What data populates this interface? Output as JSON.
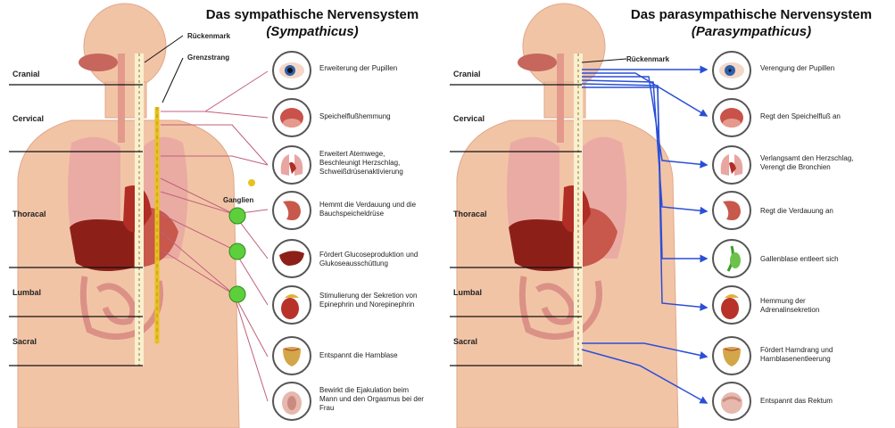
{
  "sympathetic": {
    "title": "Das sympathische Nervensystem",
    "subtitle": "(Sympathicus)",
    "label_spinal_cord": "Rückenmark",
    "label_chain": "Grenzstrang",
    "label_ganglia": "Ganglien",
    "regions": [
      "Cranial",
      "Cervical",
      "Thoracal",
      "Lumbal",
      "Sacral"
    ],
    "effects": [
      {
        "icon": "eye-icon",
        "text": "Erweiterung der Pupillen"
      },
      {
        "icon": "salivary-gland-icon",
        "text": "Speichelflußhemmung"
      },
      {
        "icon": "lungs-heart-icon",
        "text": "Erweitert Atemwege, Beschleunigt Herzschlag, Schweißdrüsenaktivierung"
      },
      {
        "icon": "stomach-icon",
        "text": "Hemmt die Verdauung und die Bauchspeicheldrüse"
      },
      {
        "icon": "liver-icon",
        "text": "Fördert Glucoseproduktion und Glukoseausschüttung"
      },
      {
        "icon": "kidney-adrenal-icon",
        "text": "Stimulierung der Sekretion von Epinephrin und Norepinephrin"
      },
      {
        "icon": "bladder-icon",
        "text": "Entspannt die Harnblase"
      },
      {
        "icon": "reproductive-icon",
        "text": "Bewirkt die Ejakulation beim Mann und den Orgasmus bei der Frau"
      }
    ]
  },
  "parasympathetic": {
    "title": "Das parasympathische Nervensystem",
    "subtitle": "(Parasympathicus)",
    "label_spinal_cord": "Rückenmark",
    "regions": [
      "Cranial",
      "Cervical",
      "Thoracal",
      "Lumbal",
      "Sacral"
    ],
    "effects": [
      {
        "icon": "eye-icon",
        "text": "Verengung der Pupillen"
      },
      {
        "icon": "salivary-gland-icon",
        "text": "Regt den Speichelfluß an"
      },
      {
        "icon": "lungs-heart-icon",
        "text": "Verlangsamt den Herzschlag, Verengt die Bronchien"
      },
      {
        "icon": "stomach-icon",
        "text": "Regt die Verdauung an"
      },
      {
        "icon": "gallbladder-icon",
        "text": "Gallenblase entleert sich"
      },
      {
        "icon": "kidney-adrenal-icon",
        "text": "Hemmung der Adrenalinsekretion"
      },
      {
        "icon": "bladder-icon",
        "text": "Fördert Harndrang und Harnblasenentleerung"
      },
      {
        "icon": "reproductive-icon",
        "text": "Entspannt das Rektum"
      }
    ]
  },
  "colors": {
    "body": "#f2c4a6",
    "organ_dark": "#9b2a22",
    "sympathetic_line": "#c0607a",
    "chain": "#e8c21c",
    "ganglion": "#5dcf3c",
    "parasympathetic_line": "#2a4fd6"
  }
}
